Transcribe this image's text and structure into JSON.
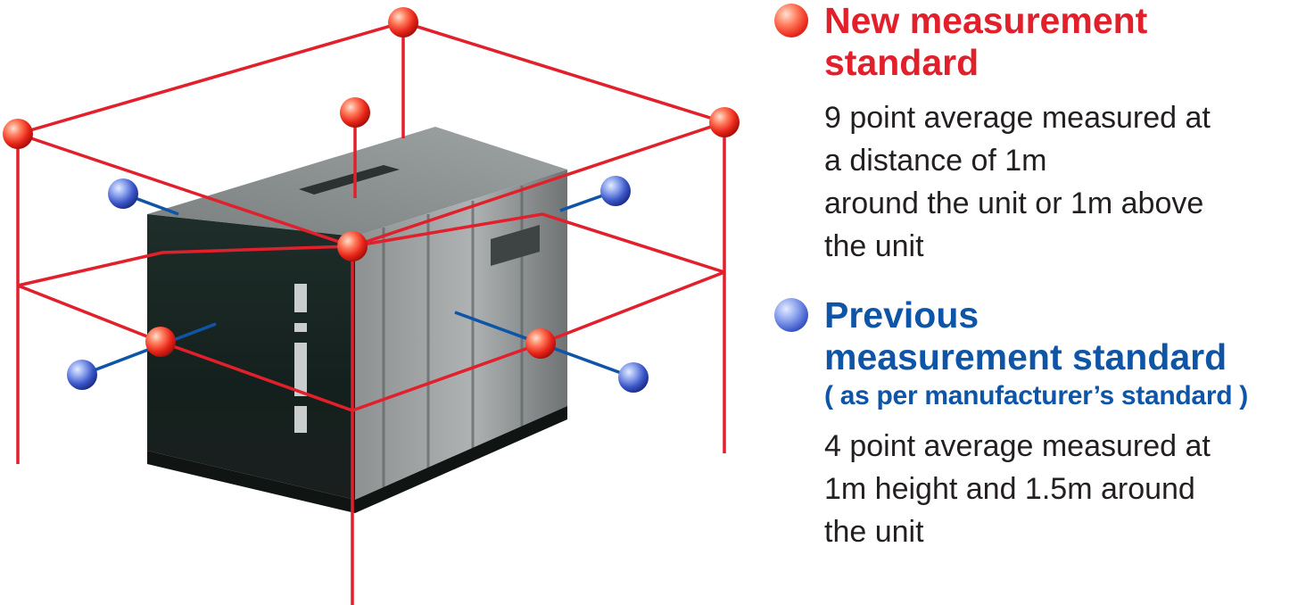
{
  "legend": {
    "new_standard": {
      "title_line1": "New measurement",
      "title_line2": "standard",
      "description": [
        "9 point average measured at",
        "a distance of 1m",
        "around the unit or 1m above",
        "the unit"
      ],
      "color": "#e2202c",
      "marker_icon": "red-sphere-icon"
    },
    "previous_standard": {
      "title_line1": "Previous",
      "title_line2": "measurement standard",
      "note": "( as per manufacturer’s standard )",
      "description": [
        "4 point average measured at",
        "1m height and 1.5m around",
        "the unit"
      ],
      "color": "#0e55a7",
      "marker_icon": "blue-sphere-icon"
    }
  },
  "figure": {
    "subject": "generator-unit-image",
    "frame_color": "#e2202c",
    "probe_line_color": "#0e55a7"
  }
}
